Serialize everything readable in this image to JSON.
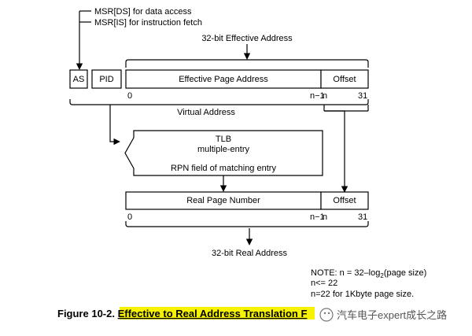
{
  "diagram": {
    "msr_ds": "MSR[DS] for data access",
    "msr_is": "MSR[IS] for instruction fetch",
    "effective_address_title": "32-bit Effective Address",
    "as_label": "AS",
    "pid_label": "PID",
    "epa_label": "Effective Page Address",
    "offset_label": "Offset",
    "bit_0": "0",
    "bit_n_minus_1": "n−1",
    "bit_n": "n",
    "bit_31": "31",
    "virtual_address": "Virtual Address",
    "tlb_title": "TLB",
    "tlb_entry": "multiple-entry",
    "tlb_rpn": "RPN field of matching entry",
    "rpn_label": "Real Page Number",
    "offset2_label": "Offset",
    "bit2_0": "0",
    "bit2_n_minus_1": "n−1",
    "bit2_n": "n",
    "bit2_31": "31",
    "real_address": "32-bit Real Address",
    "note_1": "NOTE: n = 32–log",
    "note_1_sub": "2",
    "note_1_rest": "(page size)",
    "note_2": "n<= 22",
    "note_3": "n=22 for 1Kbyte page size."
  },
  "caption": {
    "prefix": "Figure 10-2. ",
    "highlighted": "Effective to Real Address Translation F"
  },
  "watermark": {
    "text": "汽车电子expert成长之路"
  }
}
